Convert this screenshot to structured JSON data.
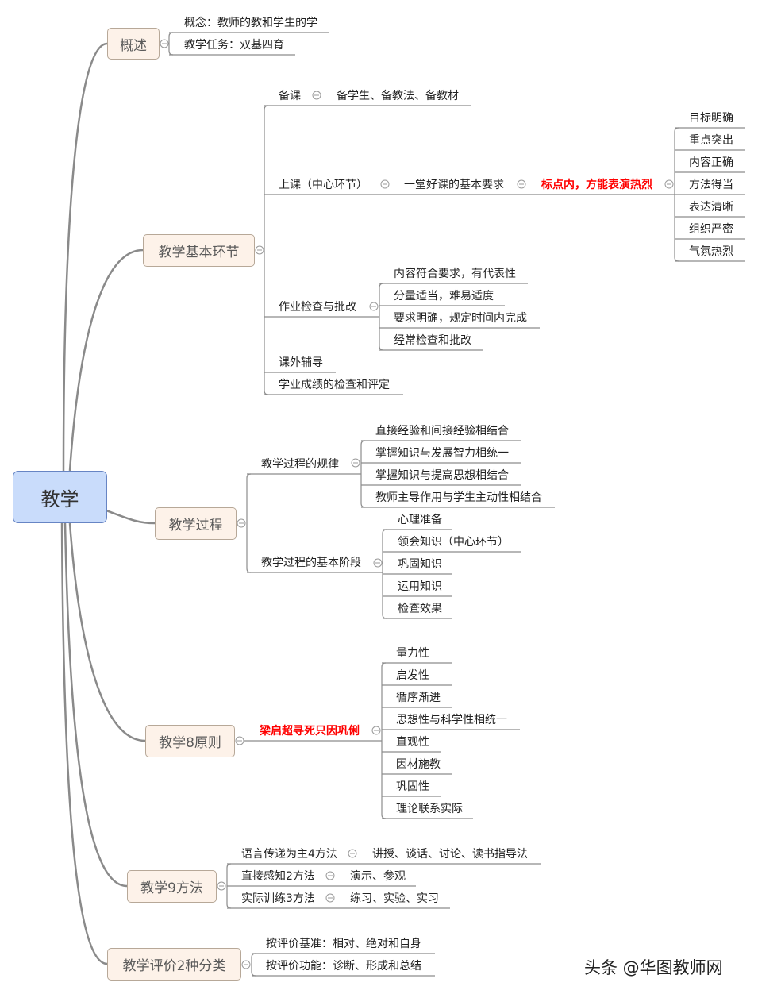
{
  "root": "教学",
  "branches": {
    "overview": {
      "label": "概述",
      "children": [
        "概念：教师的教和学生的学",
        "教学任务：双基四育"
      ]
    },
    "basic": {
      "label": "教学基本环节",
      "prep": {
        "label": "备课",
        "child": "备学生、备教法、备教材"
      },
      "lesson": {
        "label": "上课（中心环节）",
        "req": "一堂好课的基本要求",
        "mnemonic": "标点内，方能表演热烈",
        "items": [
          "目标明确",
          "重点突出",
          "内容正确",
          "方法得当",
          "表达清晰",
          "组织严密",
          "气氛热烈"
        ]
      },
      "homework": {
        "label": "作业检查与批改",
        "items": [
          "内容符合要求，有代表性",
          "分量适当，难易适度",
          "要求明确，规定时间内完成",
          "经常检查和批改"
        ]
      },
      "tutoring": "课外辅导",
      "grading": "学业成绩的检查和评定"
    },
    "process": {
      "label": "教学过程",
      "laws": {
        "label": "教学过程的规律",
        "items": [
          "直接经验和间接经验相结合",
          "掌握知识与发展智力相统一",
          "掌握知识与提高思想相结合",
          "教师主导作用与学生主动性相结合"
        ]
      },
      "stages": {
        "label": "教学过程的基本阶段",
        "items": [
          "心理准备",
          "领会知识（中心环节）",
          "巩固知识",
          "运用知识",
          "检查效果"
        ]
      }
    },
    "principles": {
      "label": "教学8原则",
      "mnemonic": "梁启超寻死只因巩俐",
      "items": [
        "量力性",
        "启发性",
        "循序渐进",
        "思想性与科学性相统一",
        "直观性",
        "因材施教",
        "巩固性",
        "理论联系实际"
      ]
    },
    "methods": {
      "label": "教学9方法",
      "items": [
        {
          "label": "语言传递为主4方法",
          "child": "讲授、谈话、讨论、读书指导法"
        },
        {
          "label": "直接感知2方法",
          "child": "演示、参观"
        },
        {
          "label": "实际训练3方法",
          "child": "练习、实验、实习"
        }
      ]
    },
    "evaluation": {
      "label": "教学评价2种分类",
      "items": [
        "按评价基准：相对、绝对和自身",
        "按评价功能：诊断、形成和总结"
      ]
    }
  },
  "watermark": "头条 @华图教师网",
  "colors": {
    "root_fill": "#c9dcfb",
    "branch_fill": "#fdf2e9",
    "line": "#8c8c8c",
    "mnemonic": "#ff0000"
  }
}
